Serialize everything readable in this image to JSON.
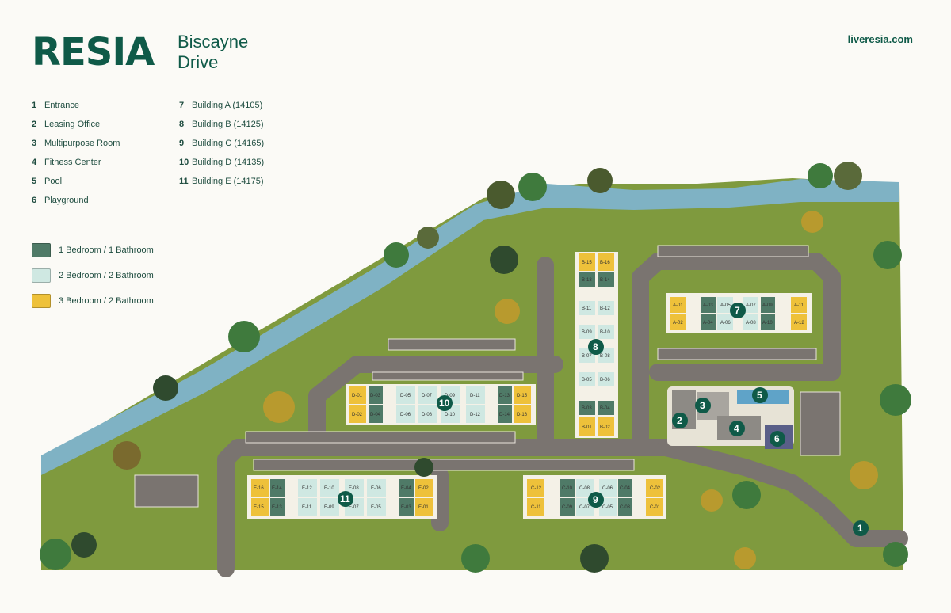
{
  "brand": {
    "logo": "RESIA",
    "title": "Biscayne Drive",
    "url": "liveresia.com"
  },
  "amenities": [
    {
      "num": "1",
      "label": "Entrance"
    },
    {
      "num": "2",
      "label": "Leasing Office"
    },
    {
      "num": "3",
      "label": "Multipurpose Room"
    },
    {
      "num": "4",
      "label": "Fitness Center"
    },
    {
      "num": "5",
      "label": "Pool"
    },
    {
      "num": "6",
      "label": "Playground"
    }
  ],
  "buildings": [
    {
      "num": "7",
      "label": "Building A (14105)"
    },
    {
      "num": "8",
      "label": "Building B (14125)"
    },
    {
      "num": "9",
      "label": "Building C (14165)"
    },
    {
      "num": "10",
      "label": "Building D (14135)"
    },
    {
      "num": "11",
      "label": "Building E (14175)"
    }
  ],
  "unit_types": [
    {
      "label": "1 Bedroom / 1 Bathroom",
      "color": "#4f7a67"
    },
    {
      "label": "2 Bedroom / 2 Bathroom",
      "color": "#cfe8e2"
    },
    {
      "label": "3 Bedroom / 2 Bathroom",
      "color": "#eec13a"
    }
  ],
  "colors": {
    "grass": "#7f9a3e",
    "water": "#7fb2c4",
    "road": "#7a7470",
    "brand": "#0f5a48"
  },
  "markers": [
    "1",
    "2",
    "3",
    "4",
    "5",
    "6",
    "7",
    "8",
    "9",
    "10",
    "11"
  ],
  "units": {
    "A": [
      "A-01",
      "A-02",
      "A-03",
      "A-04",
      "A-05",
      "A-06",
      "A-07",
      "A-08",
      "A-09",
      "A-10",
      "A-11",
      "A-12"
    ],
    "B": [
      "B-01",
      "B-02",
      "B-03",
      "B-04",
      "B-05",
      "B-06",
      "B-07",
      "B-08",
      "B-09",
      "B-10",
      "B-11",
      "B-12",
      "B-13",
      "B-14",
      "B-15",
      "B-16"
    ],
    "C": [
      "C-01",
      "C-02",
      "C-03",
      "C-04",
      "C-05",
      "C-06",
      "C-07",
      "C-08",
      "C-09",
      "C-10",
      "C-11",
      "C-12"
    ],
    "D": [
      "D-01",
      "D-02",
      "D-03",
      "D-04",
      "D-05",
      "D-06",
      "D-07",
      "D-08",
      "D-09",
      "D-10",
      "D-11",
      "D-12",
      "D-13",
      "D-14",
      "D-15",
      "D-16"
    ],
    "E": [
      "E-01",
      "E-02",
      "E-03",
      "E-04",
      "E-05",
      "E-06",
      "E-07",
      "E-08",
      "E-09",
      "E-10",
      "E-11",
      "E-12",
      "E-13",
      "E-14",
      "E-15",
      "E-16"
    ]
  }
}
